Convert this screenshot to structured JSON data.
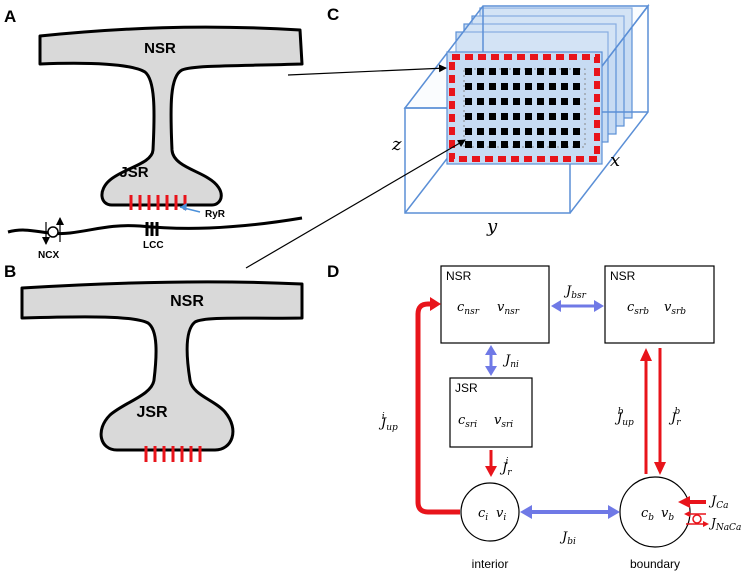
{
  "panels": {
    "a": "A",
    "b": "B",
    "c": "C",
    "d": "D"
  },
  "panel_a": {
    "nsr": "NSR",
    "jsr": "JSR",
    "ryr": "RyR",
    "ncx": "NCX",
    "lcc": "LCC"
  },
  "panel_b": {
    "nsr": "NSR",
    "jsr": "JSR"
  },
  "panel_c": {
    "z": "z",
    "x": "x",
    "y": "y"
  },
  "panel_d": {
    "nsr_left_title": "NSR",
    "nsr_right_title": "NSR",
    "jsr_title": "JSR",
    "interior_label": "interior",
    "boundary_label": "boundary"
  },
  "colors": {
    "cytosol": "#d9d9d9",
    "ryr_red": "#e8141b",
    "arrow_blue": "#6f79e6",
    "cube_edge": "#5b8fd6",
    "cube_fill": "#c7dbf3"
  }
}
